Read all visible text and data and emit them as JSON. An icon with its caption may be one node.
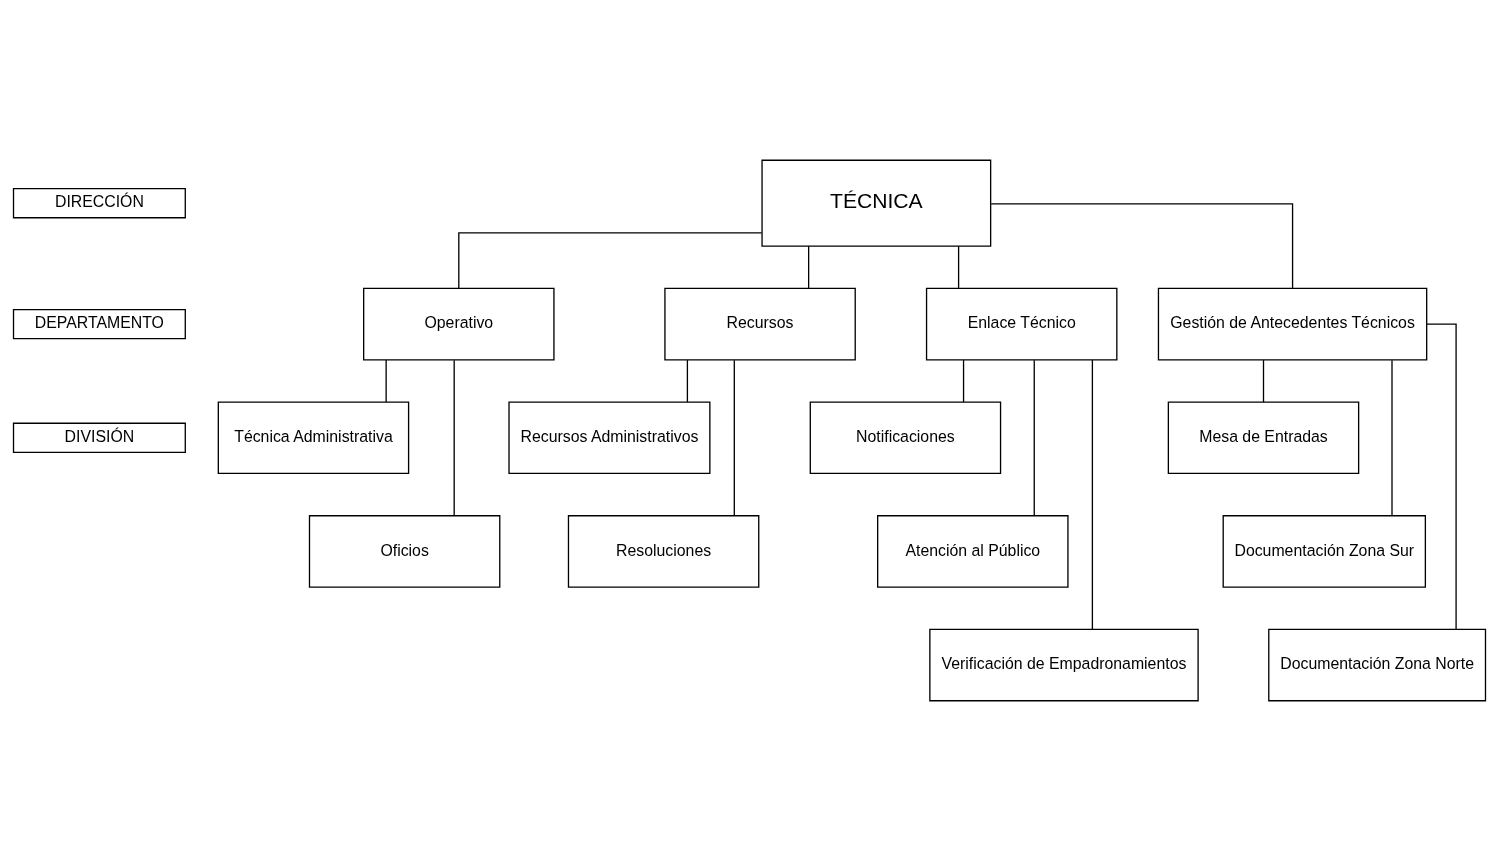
{
  "diagram": {
    "nodes": [
      {
        "text": [
          "DIRECCIÓN"
        ]
      },
      {
        "text": [
          "TÉCNICA"
        ]
      },
      {
        "text": [
          "DEPARTAMENTO"
        ]
      },
      {
        "text": [
          "Operativo"
        ]
      },
      {
        "text": [
          "Recursos"
        ]
      },
      {
        "text": [
          "Enlace Técnico"
        ]
      },
      {
        "text": [
          "Gestión de Antecedentes Técnicos"
        ]
      },
      {
        "text": [
          "DIVISIÓN"
        ]
      },
      {
        "text": [
          "Técnica Administrativa"
        ]
      },
      {
        "text": [
          "Oficios"
        ]
      },
      {
        "text": [
          "Recursos Administrativos"
        ]
      },
      {
        "text": [
          "Resoluciones"
        ]
      },
      {
        "text": [
          "Notificaciones"
        ]
      },
      {
        "text": [
          "Atención al Público"
        ]
      },
      {
        "text": [
          "Verificación de Empadronamientos"
        ]
      },
      {
        "text": [
          "Mesa de Entradas"
        ]
      },
      {
        "text": [
          "Documentación Zona Sur"
        ]
      },
      {
        "text": [
          "Documentación Zona Norte"
        ]
      }
    ],
    "edges": [
      {
        "from": 1,
        "to": 3,
        "arrow": "none"
      },
      {
        "from": 1,
        "to": 4,
        "arrow": "none"
      },
      {
        "from": 1,
        "to": 5,
        "arrow": "none"
      },
      {
        "from": 1,
        "to": 6,
        "arrow": "none"
      },
      {
        "from": 3,
        "to": 8,
        "arrow": "none"
      },
      {
        "from": 3,
        "to": 9,
        "arrow": "none"
      },
      {
        "from": 4,
        "to": 10,
        "arrow": "none"
      },
      {
        "from": 4,
        "to": 11,
        "arrow": "none"
      },
      {
        "from": 5,
        "to": 12,
        "arrow": "none"
      },
      {
        "from": 5,
        "to": 13,
        "arrow": "none"
      },
      {
        "from": 5,
        "to": 14,
        "arrow": "none"
      },
      {
        "from": 6,
        "to": 15,
        "arrow": "none"
      },
      {
        "from": 6,
        "to": 16,
        "arrow": "none"
      },
      {
        "from": 6,
        "to": 17,
        "arrow": "none"
      }
    ]
  }
}
